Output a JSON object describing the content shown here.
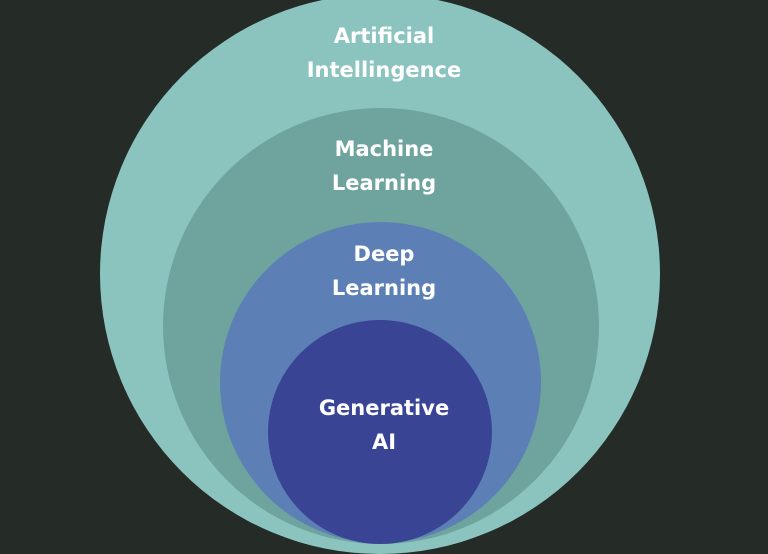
{
  "colors": {
    "background": "#252b27",
    "artificial_intelligence": "#8bc4bf",
    "machine_learning": "#6ea49d",
    "deep_learning": "#5c80b6",
    "generative_ai": "#3a4495"
  },
  "layers": [
    {
      "line1": "Artificial",
      "line2": "Intellingence"
    },
    {
      "line1": "Machine",
      "line2": "Learning"
    },
    {
      "line1": "Deep",
      "line2": "Learning"
    },
    {
      "line1": "Generative",
      "line2": "AI"
    }
  ]
}
